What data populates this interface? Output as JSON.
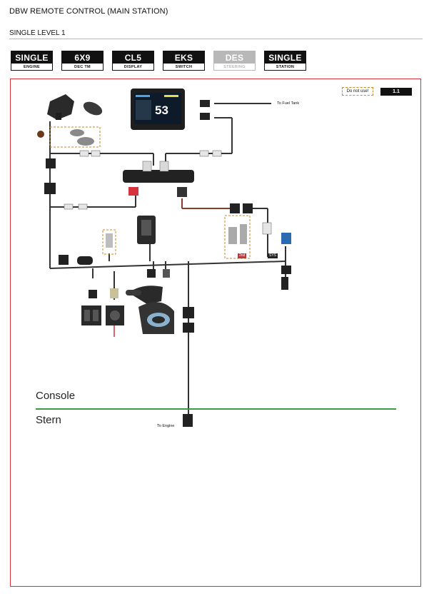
{
  "header": {
    "title": "DBW REMOTE CONTROL (MAIN STATION)",
    "section": "SINGLE LEVEL 1"
  },
  "config_badges": [
    {
      "value": "SINGLE",
      "label": "ENGINE",
      "enabled": true
    },
    {
      "value": "6X9",
      "label": "DEC TM",
      "enabled": true
    },
    {
      "value": "CL5",
      "label": "DISPLAY",
      "enabled": true
    },
    {
      "value": "EKS",
      "label": "SWITCH",
      "enabled": true
    },
    {
      "value": "DES",
      "label": "STEERING",
      "enabled": false
    },
    {
      "value": "SINGLE",
      "label": "STATION",
      "enabled": true
    }
  ],
  "diagram": {
    "do_not_use": "Do not use!",
    "variant": "1.1",
    "labels": {
      "fuel_tank": "To Fuel Tank",
      "engine": "To Engine",
      "second": "2nd",
      "sys": "SYS"
    },
    "zones": {
      "console": "Console",
      "stern": "Stern"
    },
    "display_readout": "53"
  },
  "colors": {
    "frame": "#d6333d",
    "divider": "#3a9a45",
    "badge_active": "#111111",
    "badge_disabled": "#b8b8b8",
    "dashed_box": "#c98a2a"
  }
}
